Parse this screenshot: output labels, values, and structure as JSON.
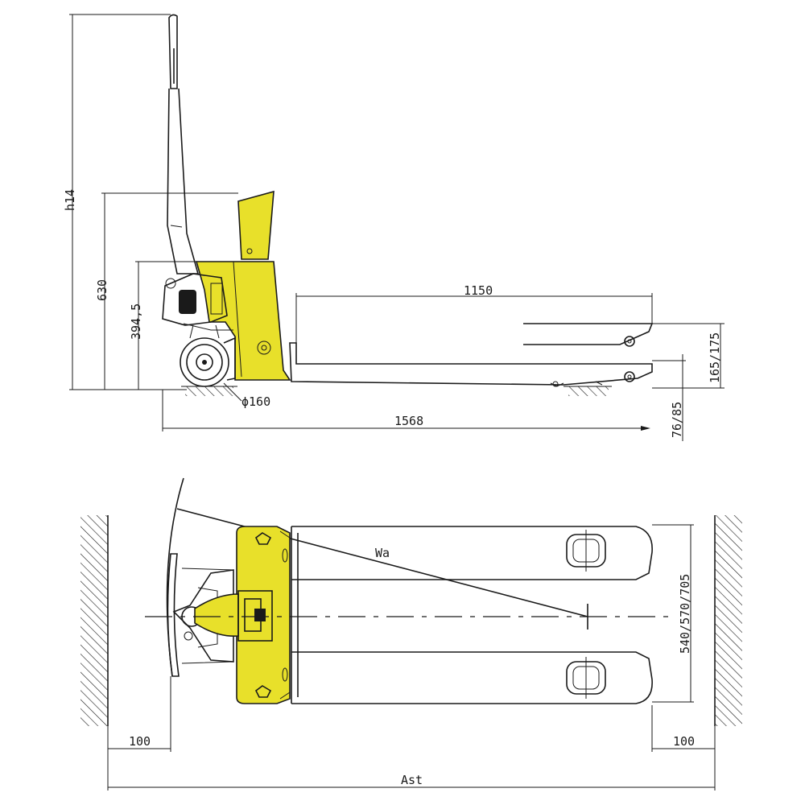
{
  "side_view": {
    "dims": {
      "total_height": "h14",
      "handle_height": "630",
      "mid_height": "394,5",
      "wheel_diameter": "ϕ160",
      "overall_length": "1568",
      "fork_length": "1150",
      "fork_height": "165/175",
      "lowered_height": "76/85"
    }
  },
  "top_view": {
    "dims": {
      "turning_radius": "Wa",
      "fork_width": "540/570/705",
      "left_clearance": "100",
      "right_clearance": "100",
      "aisle_width": "Ast"
    }
  },
  "colors": {
    "body": "#e8e02a",
    "line": "#1a1a1a"
  }
}
